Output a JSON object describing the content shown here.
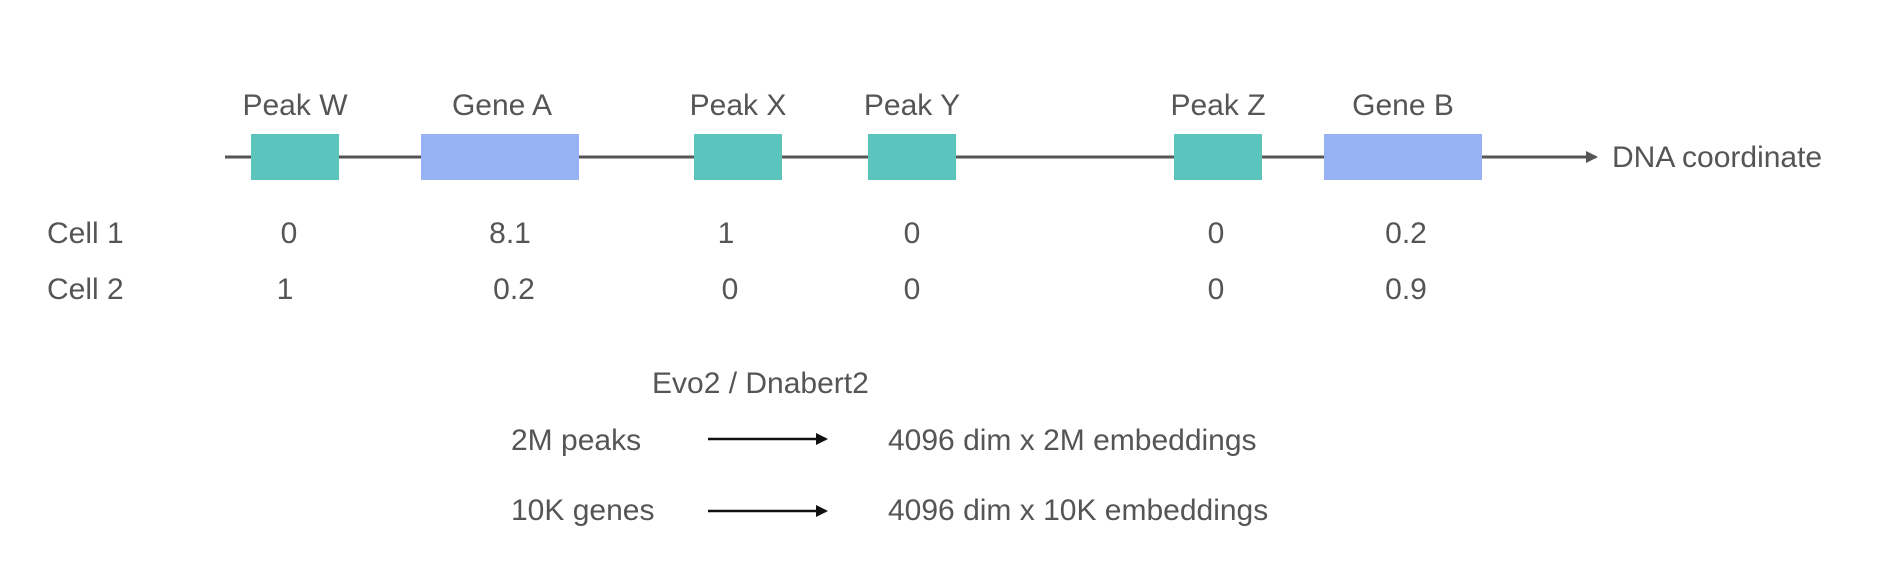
{
  "colors": {
    "peak": "#5bc4bc",
    "gene": "#97b2f3",
    "axis": "#555555",
    "text": "#555555",
    "arrow": "#111111"
  },
  "axis": {
    "label": "DNA coordinate"
  },
  "features": [
    {
      "label": "Peak W",
      "kind": "peak"
    },
    {
      "label": "Gene A",
      "kind": "gene"
    },
    {
      "label": "Peak X",
      "kind": "peak"
    },
    {
      "label": "Peak Y",
      "kind": "peak"
    },
    {
      "label": "Peak Z",
      "kind": "peak"
    },
    {
      "label": "Gene B",
      "kind": "gene"
    }
  ],
  "cells": [
    {
      "name": "Cell 1",
      "values": [
        "0",
        "8.1",
        "1",
        "0",
        "0",
        "0.2"
      ]
    },
    {
      "name": "Cell 2",
      "values": [
        "1",
        "0.2",
        "0",
        "0",
        "0",
        "0.9"
      ]
    }
  ],
  "embedding": {
    "model": "Evo2 / Dnabert2",
    "rows": [
      {
        "input": "2M peaks",
        "output": "4096 dim x 2M embeddings"
      },
      {
        "input": "10K genes",
        "output": "4096 dim x 10K embeddings"
      }
    ]
  }
}
